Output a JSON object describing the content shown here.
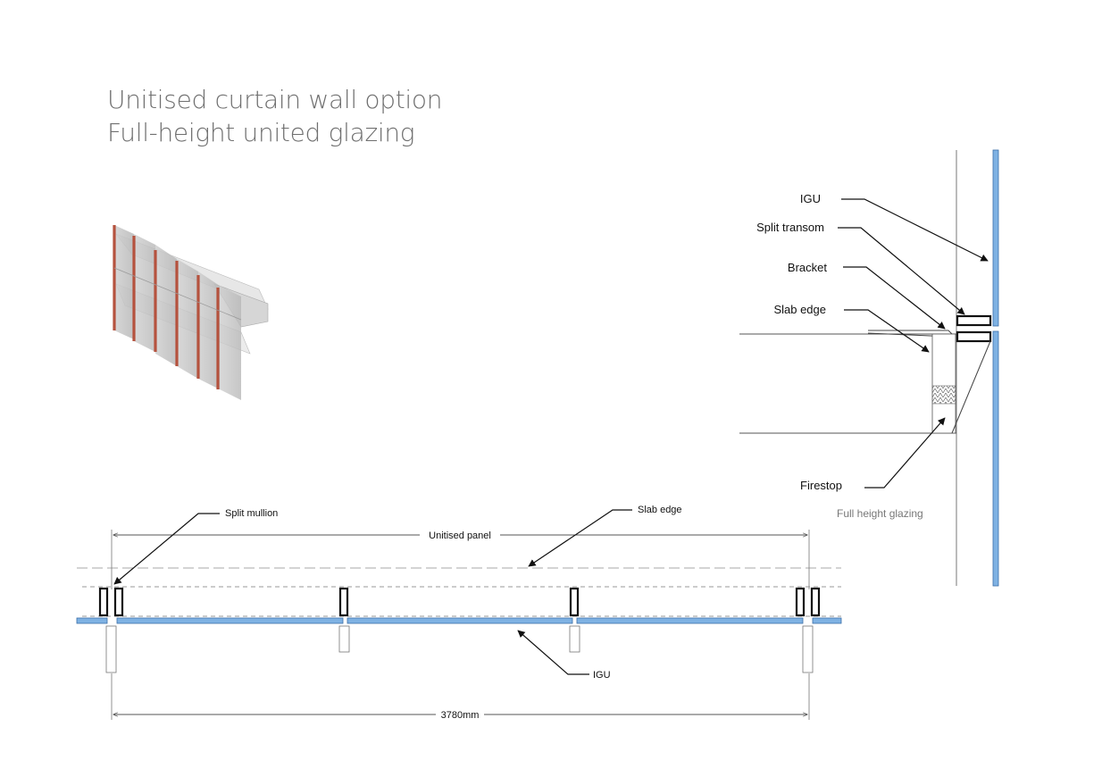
{
  "title": {
    "line1": "Unitised curtain wall option",
    "line2": "Full-height united glazing"
  },
  "section": {
    "labels": {
      "igu": "IGU",
      "split_transom": "Split transom",
      "bracket": "Bracket",
      "slab_edge": "Slab edge",
      "firestop": "Firestop"
    },
    "caption": "Full height glazing"
  },
  "plan": {
    "labels": {
      "split_mullion": "Split mullion",
      "slab_edge": "Slab edge",
      "unitised_panel": "Unitised panel",
      "igu": "IGU"
    },
    "dimension": "3780mm"
  },
  "colors": {
    "glass": "#7fb2e3",
    "glass_edge": "#3b6fa8",
    "mullion_red": "#b5523e",
    "panel_grey": "#c8c8c8"
  }
}
